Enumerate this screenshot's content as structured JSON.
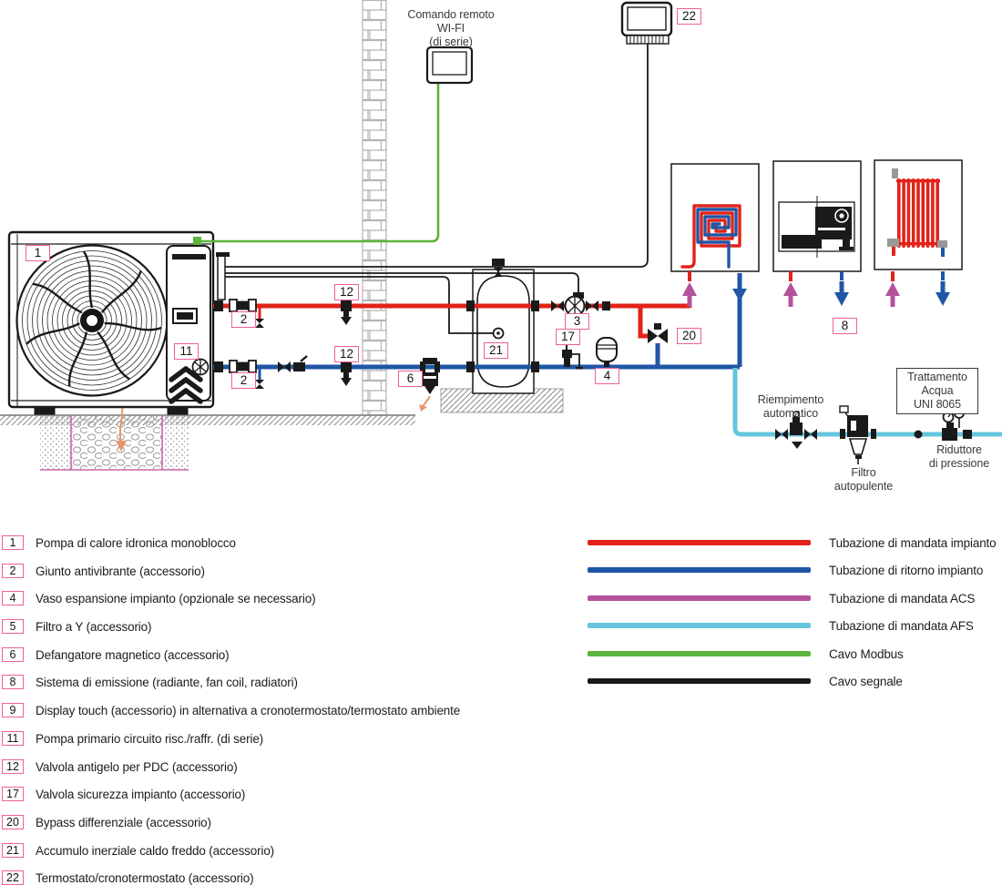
{
  "colors": {
    "pipe-red": "#e2231a",
    "pipe-blue": "#1f56a5",
    "pipe-acs": "#b3519c",
    "pipe-afs": "#66c5dc",
    "cable-modbus": "#5bb53c",
    "cable-signal": "#1a1a1a",
    "tag-pink": "#ef5f9f"
  },
  "annotations": {
    "remote": [
      "Comando remoto",
      "WI-FI",
      "(di serie)"
    ],
    "trattamento": [
      "Trattamento",
      "Acqua",
      "UNI 8065"
    ],
    "riempimento": [
      "Riempimento",
      "automatico"
    ],
    "filtro": [
      "Filtro",
      "autopulente"
    ],
    "riduttore": [
      "Riduttore",
      "di pressione"
    ]
  },
  "tags": {
    "heat_pump": "1",
    "joint_supply": "2",
    "joint_return": "2",
    "antifreeze_supply": "12",
    "antifreeze_return": "12",
    "dirt_separator": "6",
    "buffer_tank": "21",
    "valve_3": "3",
    "safety_valve": "17",
    "expansion_vessel": "4",
    "bypass": "20",
    "emission_system": "8",
    "primary_pump": "11",
    "thermostat": "22"
  },
  "legend": {
    "items": [
      {
        "num": "1",
        "text": "Pompa di calore idronica monoblocco"
      },
      {
        "num": "2",
        "text": "Giunto antivibrante (accessorio)"
      },
      {
        "num": "4",
        "text": "Vaso espansione impianto (opzionale se necessario)"
      },
      {
        "num": "5",
        "text": "Filtro a Y (accessorio)"
      },
      {
        "num": "6",
        "text": "Defangatore magnetico (accessorio)"
      },
      {
        "num": "8",
        "text": "Sistema di emissione (radiante, fan coil, radiatori)"
      },
      {
        "num": "9",
        "text": "Display touch (accessorio) in alternativa a cronotermostato/termostato ambiente"
      },
      {
        "num": "11",
        "text": "Pompa primario circuito risc./raffr. (di serie)"
      },
      {
        "num": "12",
        "text": "Valvola antigelo per PDC (accessorio)"
      },
      {
        "num": "17",
        "text": "Valvola sicurezza impianto (accessorio)"
      },
      {
        "num": "20",
        "text": "Bypass differenziale (accessorio)"
      },
      {
        "num": "21",
        "text": "Accumulo inerziale caldo freddo (accessorio)"
      },
      {
        "num": "22",
        "text": "Termostato/cronotermostato (accessorio)"
      }
    ],
    "lines": [
      {
        "label": "Tubazione di mandata impianto",
        "color": "#e2231a"
      },
      {
        "label": "Tubazione di ritorno impianto",
        "color": "#1f56a5"
      },
      {
        "label": "Tubazione di mandata ACS",
        "color": "#b3519c"
      },
      {
        "label": "Tubazione di mandata AFS",
        "color": "#66c5dc"
      },
      {
        "label": "Cavo Modbus",
        "color": "#5bb53c"
      },
      {
        "label": "Cavo segnale",
        "color": "#1a1a1a"
      }
    ]
  }
}
